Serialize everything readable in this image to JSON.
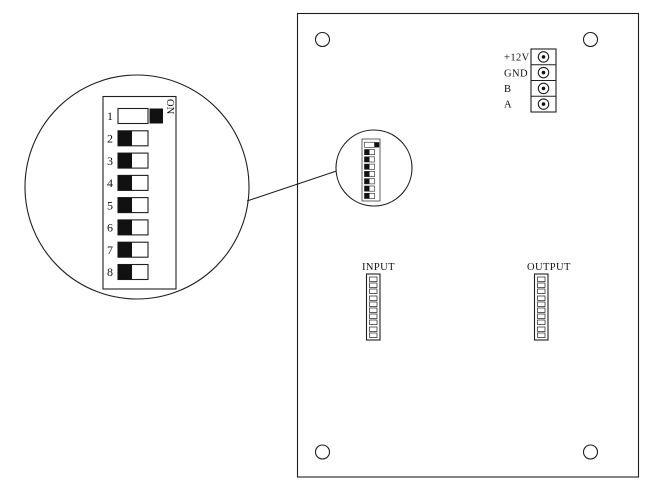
{
  "panel": {
    "terminal_block": {
      "labels": [
        "+12V",
        "GND",
        "B",
        "A"
      ]
    },
    "input_label": "INPUT",
    "output_label": "OUTPUT"
  },
  "dip_switch": {
    "on_label": "ON",
    "switches": [
      {
        "label": "1",
        "state": "on"
      },
      {
        "label": "2",
        "state": "off"
      },
      {
        "label": "3",
        "state": "off"
      },
      {
        "label": "4",
        "state": "off"
      },
      {
        "label": "5",
        "state": "off"
      },
      {
        "label": "6",
        "state": "off"
      },
      {
        "label": "7",
        "state": "off"
      },
      {
        "label": "8",
        "state": "off"
      }
    ]
  },
  "colors": {
    "line": "#1f1f1f",
    "background": "#ffffff",
    "slider_fill": "#111111"
  }
}
